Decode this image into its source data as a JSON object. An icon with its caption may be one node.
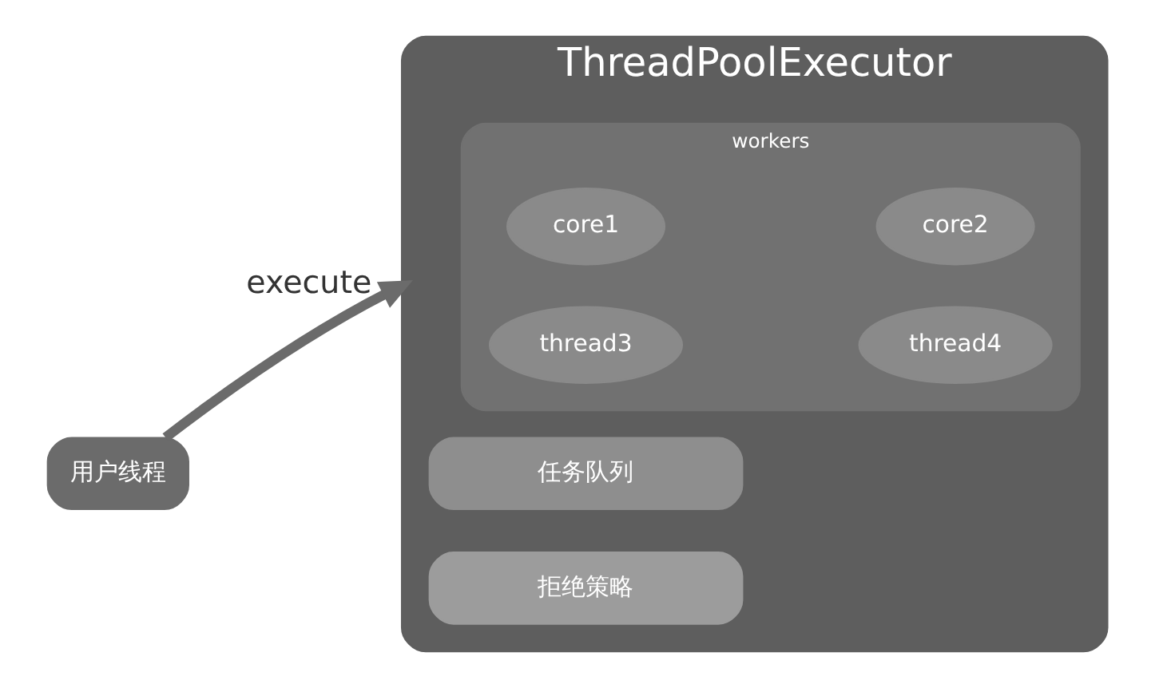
{
  "diagram": {
    "nodes": [
      {
        "text": [
          "用户线程"
        ]
      },
      {
        "text": [
          "ThreadPoolExecutor"
        ]
      },
      {
        "text": [
          "workers"
        ],
        "in": 1
      },
      {
        "text": [
          "core1"
        ],
        "in": 2
      },
      {
        "text": [
          "core2"
        ],
        "in": 2
      },
      {
        "text": [
          "thread3"
        ],
        "in": 2
      },
      {
        "text": [
          "thread4"
        ],
        "in": 2
      },
      {
        "text": [
          "任务队列"
        ],
        "in": 1
      },
      {
        "text": [
          "拒绝策略"
        ],
        "in": 1
      }
    ],
    "edges": [
      {
        "from": 0,
        "to": 1,
        "arrow": "to",
        "label": "execute"
      }
    ]
  }
}
